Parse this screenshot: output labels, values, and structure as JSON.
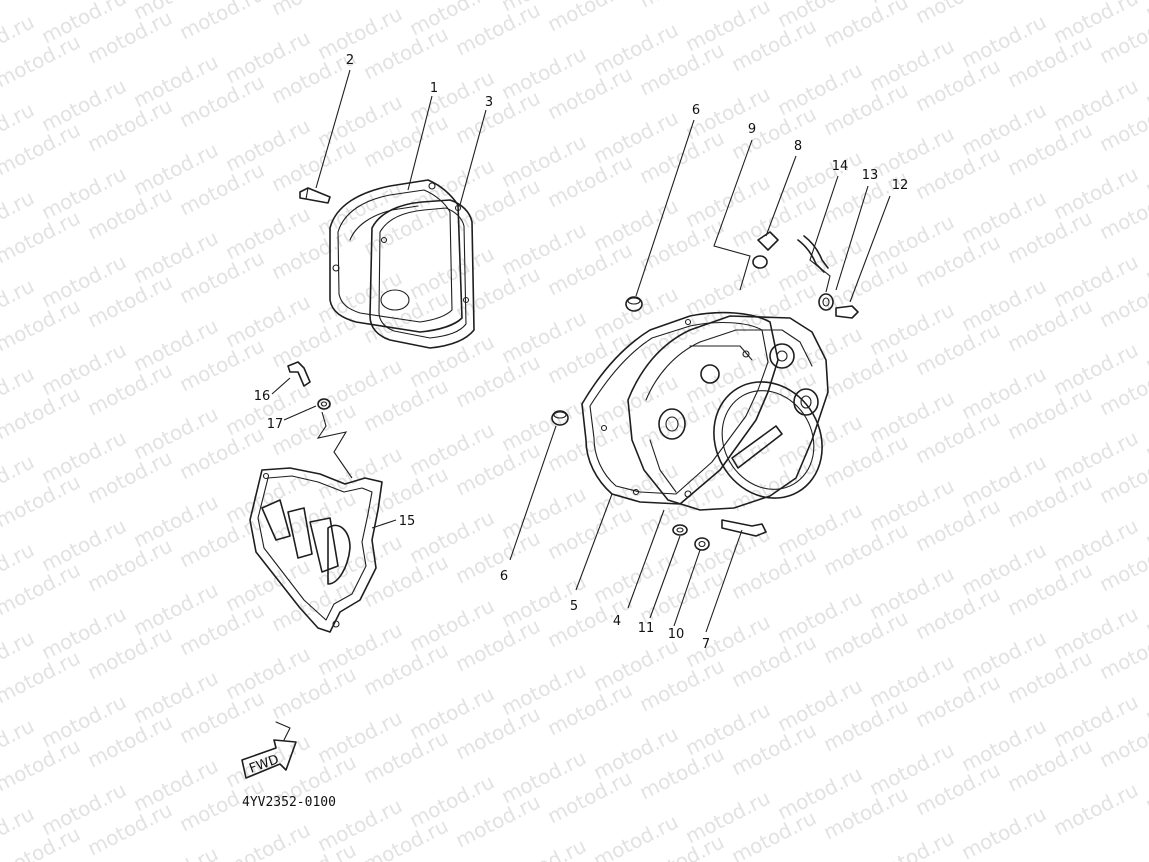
{
  "diagram": {
    "watermark_text": "motod.ru",
    "part_code": "4YV2352-0100",
    "callouts": [
      "1",
      "2",
      "3",
      "4",
      "5",
      "6",
      "6",
      "7",
      "8",
      "9",
      "10",
      "11",
      "12",
      "13",
      "14",
      "15",
      "16",
      "17"
    ],
    "fwd_label": "FWD"
  }
}
